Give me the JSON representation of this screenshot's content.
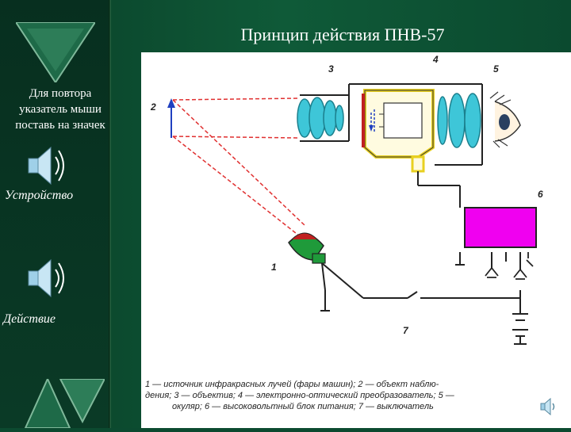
{
  "slide": {
    "title": "Принцип действия ПНВ-57"
  },
  "sidebar": {
    "hint": [
      "Для повтора",
      "указатель мыши",
      "поставь на значек"
    ],
    "links": [
      {
        "label": "Устройство"
      },
      {
        "label": "Действие"
      }
    ]
  },
  "diagram": {
    "labels": {
      "n1": "1",
      "n2": "2",
      "n3": "3",
      "n4": "4",
      "n5": "5",
      "n6": "6",
      "n7": "7"
    },
    "caption": [
      "1 — источник инфракрасных лучей (фары машин);  2 — объект наблю-",
      "дения;  3 — объектив;  4 — электронно-оптический  преобразователь;  5 —",
      "окуляр;  6 — высоковольтный блок питания;  7 — выключатель"
    ]
  },
  "colors": {
    "background": "#0c4a30",
    "ir_beam": "#e03030",
    "lens": "#3ec6d8",
    "tube_frame": "#e8d020",
    "power_block": "#f000f0",
    "ir_source": "#1f9a3a"
  },
  "icons": [
    "speaker-icon",
    "speaker-icon",
    "speaker-icon"
  ]
}
